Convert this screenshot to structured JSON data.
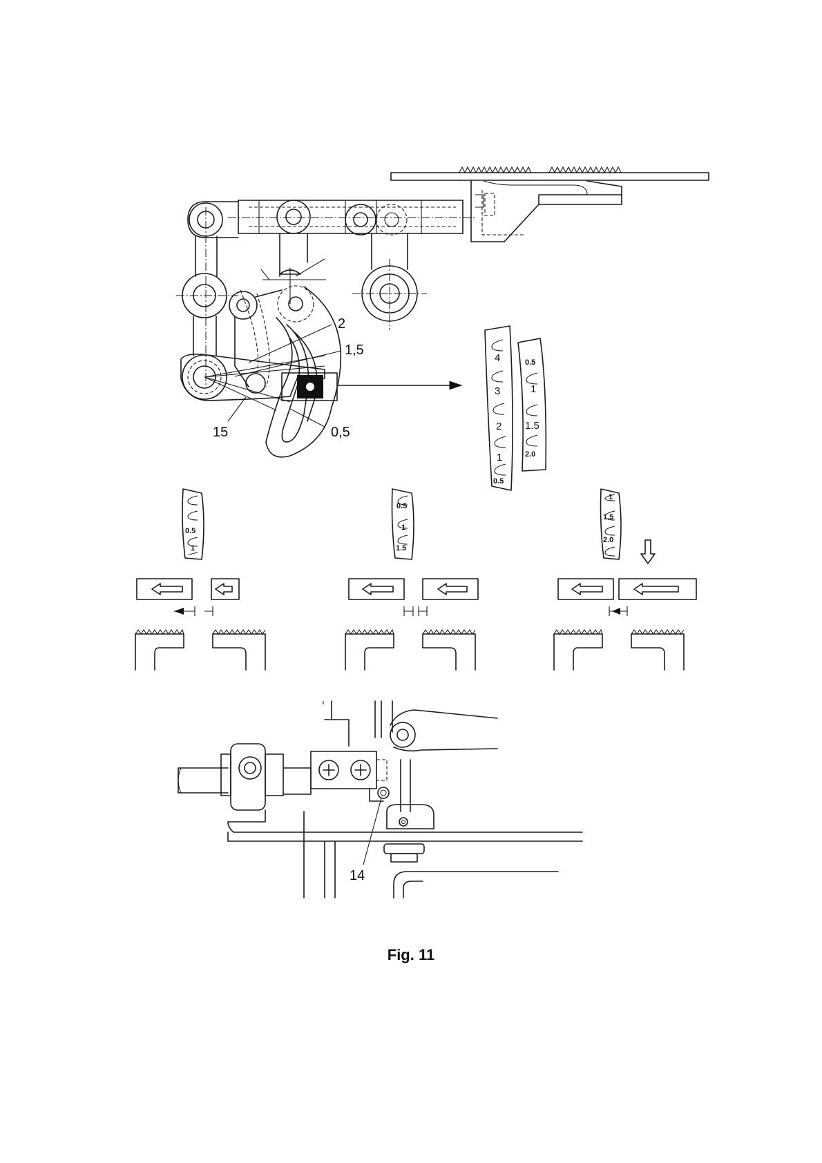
{
  "figure": {
    "caption": "Fig. 11",
    "callouts": {
      "label_2": "2",
      "label_1_5": "1,5",
      "label_0_5": "0,5",
      "label_15": "15",
      "label_14": "14"
    },
    "large_scale_left": [
      "4",
      "3",
      "2",
      "1",
      "0.5"
    ],
    "large_scale_right": [
      "0.5",
      "1",
      "1.5",
      "2.0"
    ],
    "setting_scales": [
      [
        "0.5",
        "1"
      ],
      [
        "0.5",
        "1",
        "1.5"
      ],
      [
        "1",
        "1.5",
        "2.0"
      ]
    ]
  }
}
